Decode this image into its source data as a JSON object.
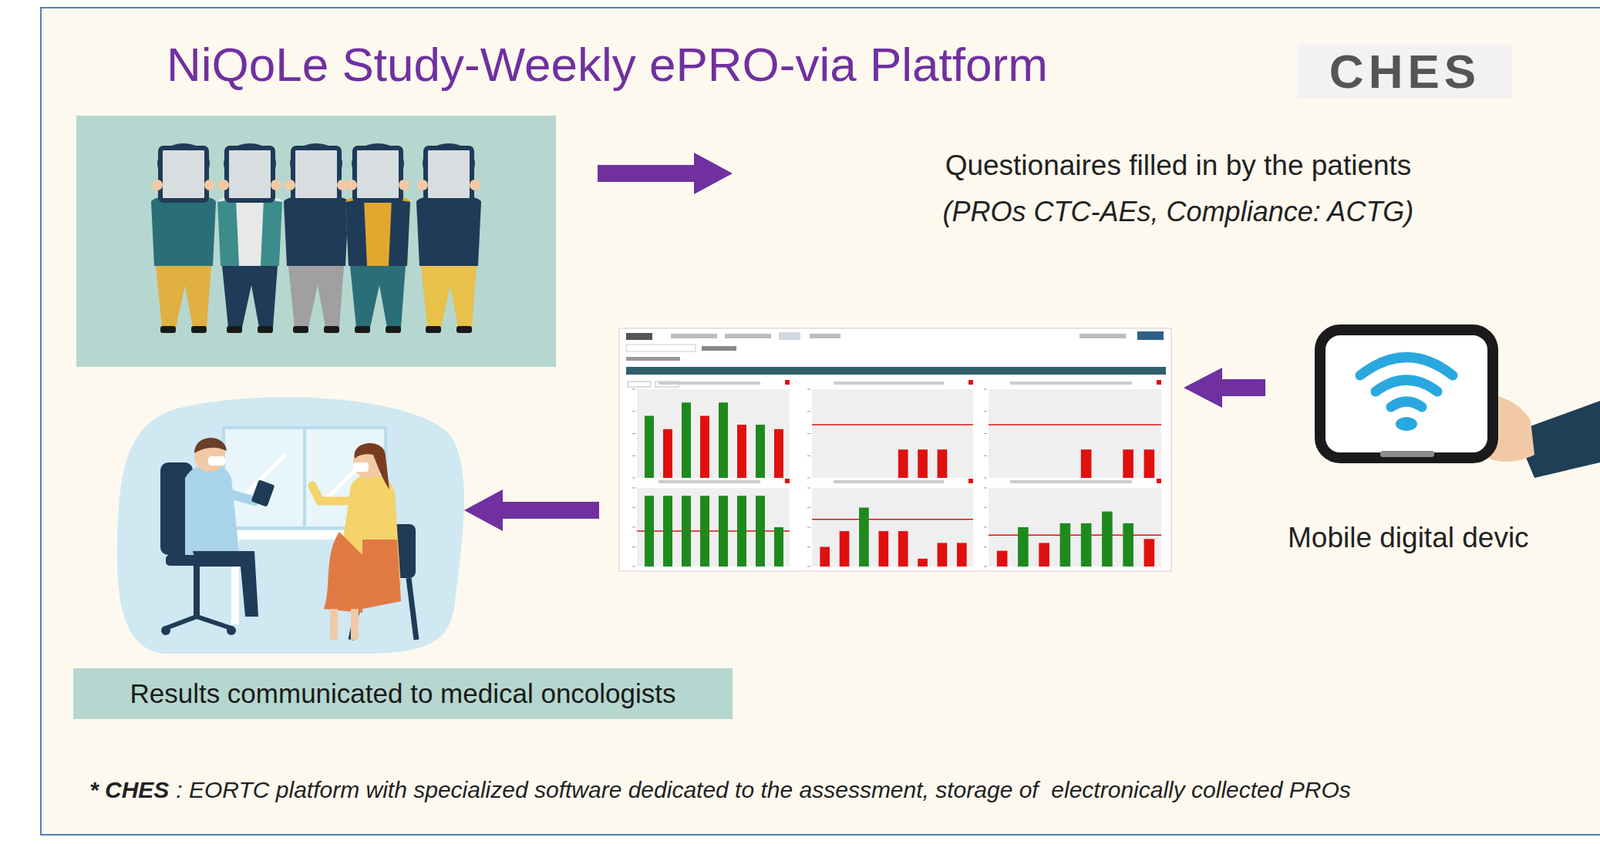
{
  "diagram": {
    "title": "NiQoLe Study-Weekly ePRO-via Platform",
    "nodes": [
      {
        "text": [
          "Results communicated to medical oncologists"
        ]
      }
    ],
    "labels": [
      "CHES",
      "Questionaires filled in by the patients",
      "(PROs CTC-AEs, Compliance: ACTG)",
      "Mobile digital devic",
      "* CHES",
      ": EORTC platform with specialized software dedicated to the assessment, storage of  electronically collected PROs"
    ]
  }
}
